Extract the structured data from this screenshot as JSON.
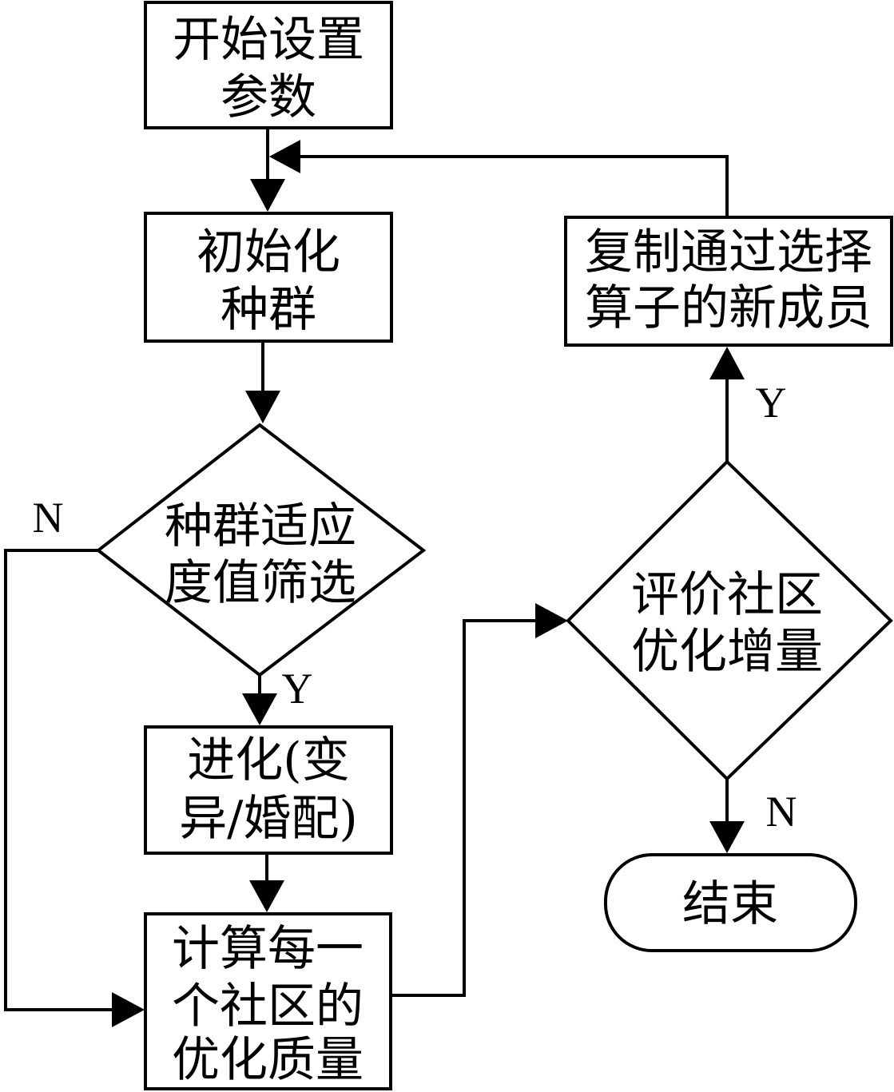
{
  "nodes": {
    "start_params": {
      "line1": "开始设置",
      "line2": "参数"
    },
    "init_population": {
      "line1": "初始化",
      "line2": "种群"
    },
    "fitness_filter": {
      "line1": "种群适应",
      "line2": "度值筛选"
    },
    "evolve": {
      "line1": "进化(变",
      "line2": "异/婚配)"
    },
    "compute_quality": {
      "line1": "计算每一",
      "line2": "个社区的",
      "line3": "优化质量"
    },
    "evaluate_increment": {
      "line1": "评价社区",
      "line2": "优化增量"
    },
    "copy_members": {
      "line1": "复制通过选择",
      "line2": "算子的新成员"
    },
    "end": {
      "label": "结束"
    }
  },
  "edge_labels": {
    "filter_no": "N",
    "filter_yes": "Y",
    "evaluate_yes": "Y",
    "evaluate_no": "N"
  }
}
